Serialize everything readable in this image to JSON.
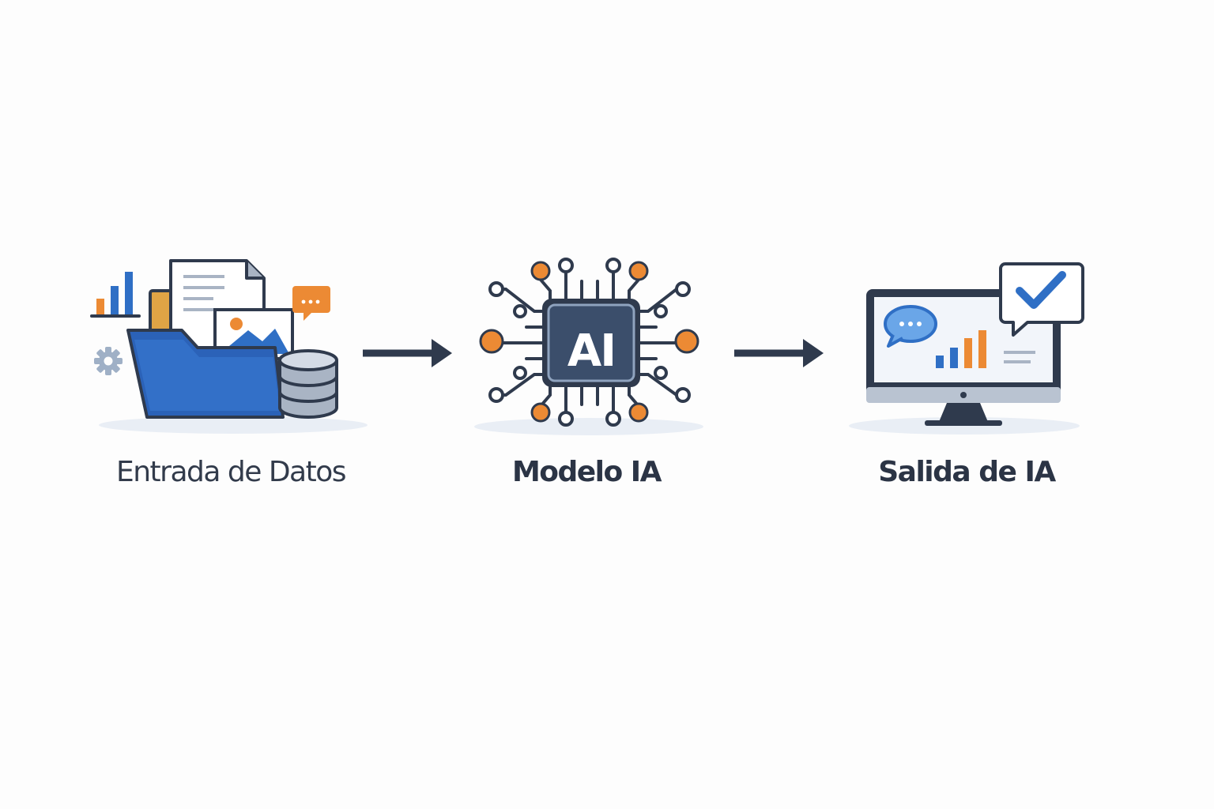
{
  "steps": [
    {
      "label": "Entrada de Datos",
      "icon": "data-input-icon"
    },
    {
      "label": "Modelo IA",
      "icon": "ai-chip-icon",
      "chip_text": "AI"
    },
    {
      "label": "Salida de IA",
      "icon": "monitor-output-icon"
    }
  ],
  "colors": {
    "dark": "#2f3a4d",
    "blue": "#2f6fc5",
    "light_blue": "#5b9be0",
    "orange": "#ec8a34",
    "gold": "#e0a445",
    "gray": "#a9b4c4",
    "shadow": "#e9eef5"
  }
}
